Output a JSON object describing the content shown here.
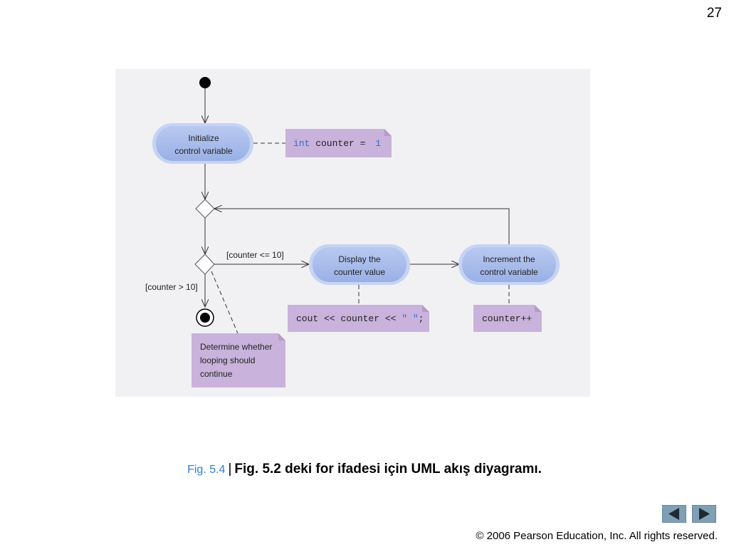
{
  "page_number": "27",
  "diagram": {
    "action_init": [
      "Initialize",
      "control variable"
    ],
    "note_init": {
      "keyword": "int",
      "text": " counter = ",
      "value": "1"
    },
    "action_display": [
      "Display the",
      "counter value"
    ],
    "action_increment": [
      "Increment the",
      "control variable"
    ],
    "guard_true": "[counter <= 10]",
    "guard_false": "[counter > 10]",
    "note_display": {
      "text": "cout << counter << ",
      "string": "\" \"",
      "end": ";"
    },
    "note_increment": "counter++",
    "note_decision": [
      "Determine whether",
      "looping should",
      "continue"
    ],
    "colors": {
      "action_fill": "#9fb6ea",
      "note_fill": "#c9b2db",
      "background": "#f1f1f4"
    }
  },
  "caption": {
    "figure_label": "Fig. 5.4",
    "separator": "|",
    "title": "Fig. 5.2 deki for ifadesi için UML akış diyagramı."
  },
  "nav": {
    "prev_icon": "triangle-left-icon",
    "next_icon": "triangle-right-icon"
  },
  "footer": "© 2006 Pearson Education, Inc.  All rights reserved."
}
